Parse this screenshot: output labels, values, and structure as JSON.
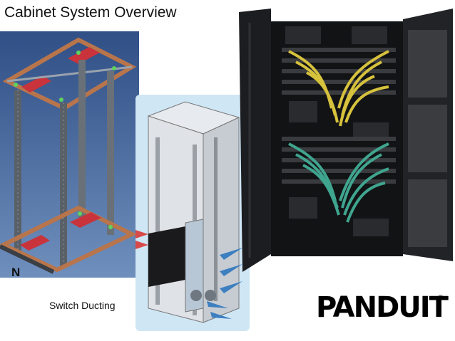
{
  "slide": {
    "title": "Cabinet System Overview",
    "frame_label": "N",
    "caption": "Switch Ducting",
    "logo_text": "PANDUIT",
    "logo_mark": "®"
  },
  "colors": {
    "frame_bg": "#3a5a8f",
    "post": "#5a6068",
    "rail": "#b8754c",
    "rail_red": "#c8333c",
    "ducting_bg": "#cfe6f5",
    "airflow_arrow": "#3d7fc0",
    "cable_yellow": "#d6c23d",
    "cable_teal": "#3fa58f",
    "cabinet": "#1c1d20"
  }
}
